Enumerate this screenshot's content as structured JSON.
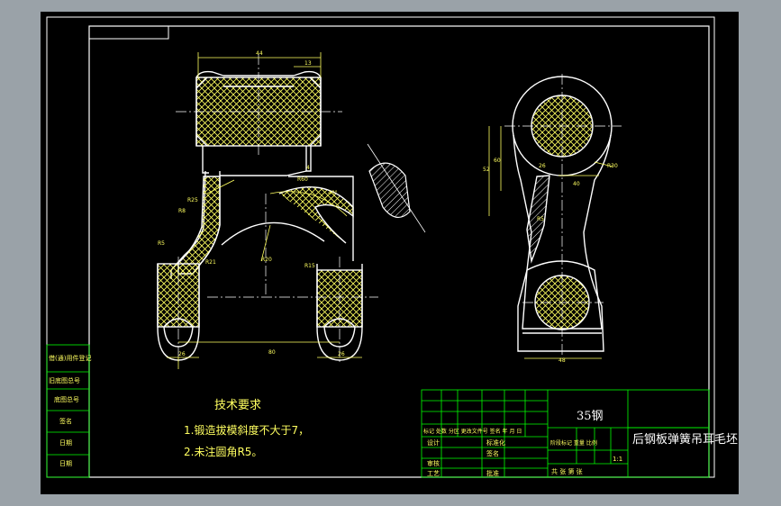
{
  "colors": {
    "frame_bg": "#000000",
    "outer_bg": "#9aa2a8",
    "border": "#ffffff",
    "outline": "#ffffff",
    "dimension": "#ffff60",
    "centerline": "#ffffff",
    "hatch": "#ffff60",
    "table_lines": "#00ff00"
  },
  "requirements": {
    "title": "技术要求",
    "line1": "1.锻造拔模斜度不大于7，",
    "line2": "2.未注圆角R5。"
  },
  "title_block": {
    "material": "35钢",
    "drawing_name": "后钢板弹簧吊耳毛坯",
    "scale": "1:1",
    "header_row": "标记 处数 分区 更改文件号 签名 年 月 日",
    "row_design": "设计",
    "row_std": "标准化",
    "row_check": "审核",
    "row_process": "工艺",
    "row_sign": "签名",
    "row_approve": "批准",
    "stage_headers": "阶段标记 重量 比例",
    "sheet_info": "共 张 第 张"
  },
  "side_stamp": {
    "item1": "借(通)用件登记",
    "item2": "旧底图总号",
    "item3": "底图总号",
    "item4": "签名",
    "item5": "日期",
    "item6": "日期"
  },
  "dimensions": {
    "d_top_width": "44",
    "d_lug": "13",
    "d_r60": "R60",
    "d_4": "4",
    "d_40deg": "40°",
    "d_r25": "R25",
    "d_r8": "R8",
    "d_r5": "R5",
    "d_r21": "R21",
    "d_r20": "R20",
    "d_r15": "R15",
    "d_80": "80",
    "d_bottom_left": "26",
    "d_bottom_right": "26",
    "d_right_52": "52",
    "d_right_40": "40",
    "d_right_r30": "R30",
    "d_right_48": "48",
    "d_right_26": "26",
    "d_right_60": "60",
    "d_right_r": "R5"
  }
}
